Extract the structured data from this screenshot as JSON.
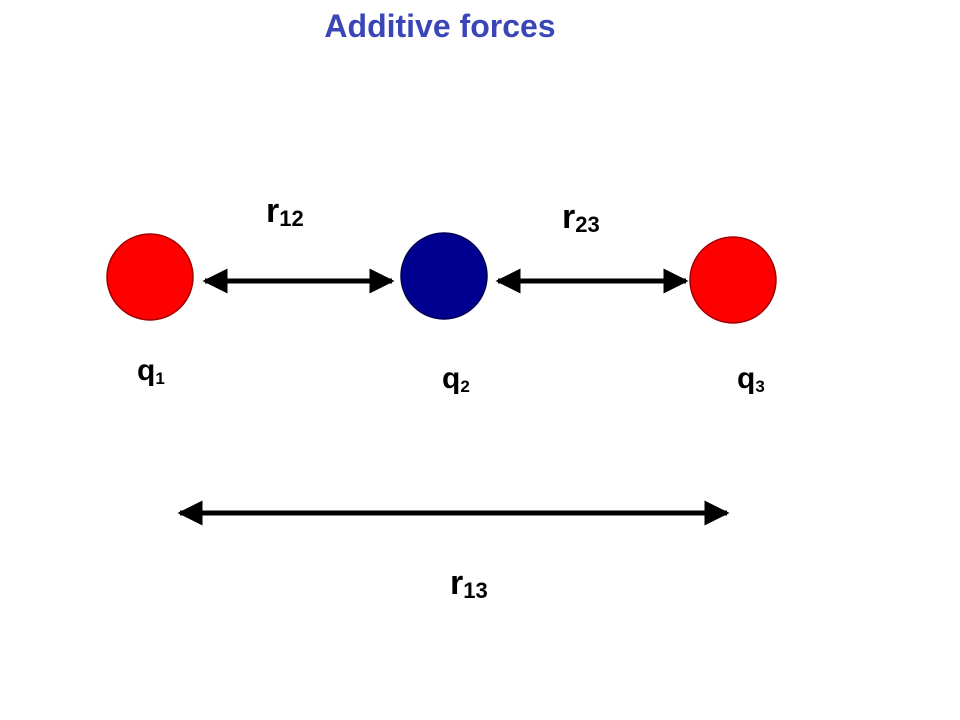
{
  "title": "Additive forces",
  "charges": [
    {
      "base": "q",
      "sub": "1",
      "color": "#ff0000",
      "stroke": "#a00000"
    },
    {
      "base": "q",
      "sub": "2",
      "color": "#000090",
      "stroke": "#000050"
    },
    {
      "base": "q",
      "sub": "3",
      "color": "#ff0000",
      "stroke": "#a00000"
    }
  ],
  "distances": [
    {
      "base": "r",
      "sub": "12"
    },
    {
      "base": "r",
      "sub": "23"
    },
    {
      "base": "r",
      "sub": "13"
    }
  ],
  "colors": {
    "title": "#3a46b8",
    "arrow": "#000000"
  }
}
